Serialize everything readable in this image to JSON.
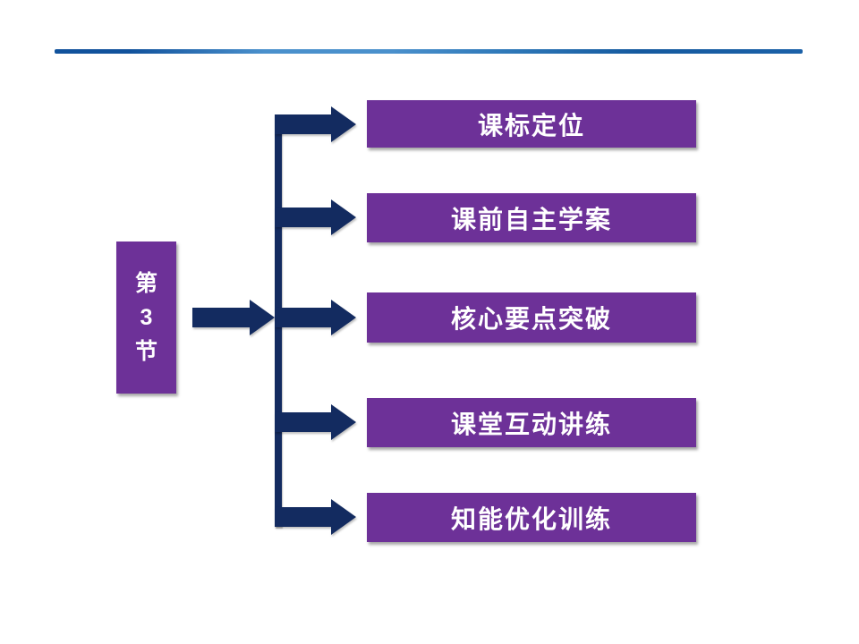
{
  "slide": {
    "background": "#FFFFFF"
  },
  "top_rule": {
    "colors": [
      "#11529C",
      "#4A90CC",
      "#1B61A8"
    ]
  },
  "root": {
    "lines": [
      "第",
      "3",
      "节"
    ]
  },
  "branches": [
    {
      "label": "课标定位"
    },
    {
      "label": "课前自主学案"
    },
    {
      "label": "核心要点突破"
    },
    {
      "label": "课堂互动讲练"
    },
    {
      "label": "知能优化训练"
    }
  ],
  "colors": {
    "node_fill": "#6D3198",
    "connector": "#132B60",
    "label_text": "#FFFFFF"
  }
}
